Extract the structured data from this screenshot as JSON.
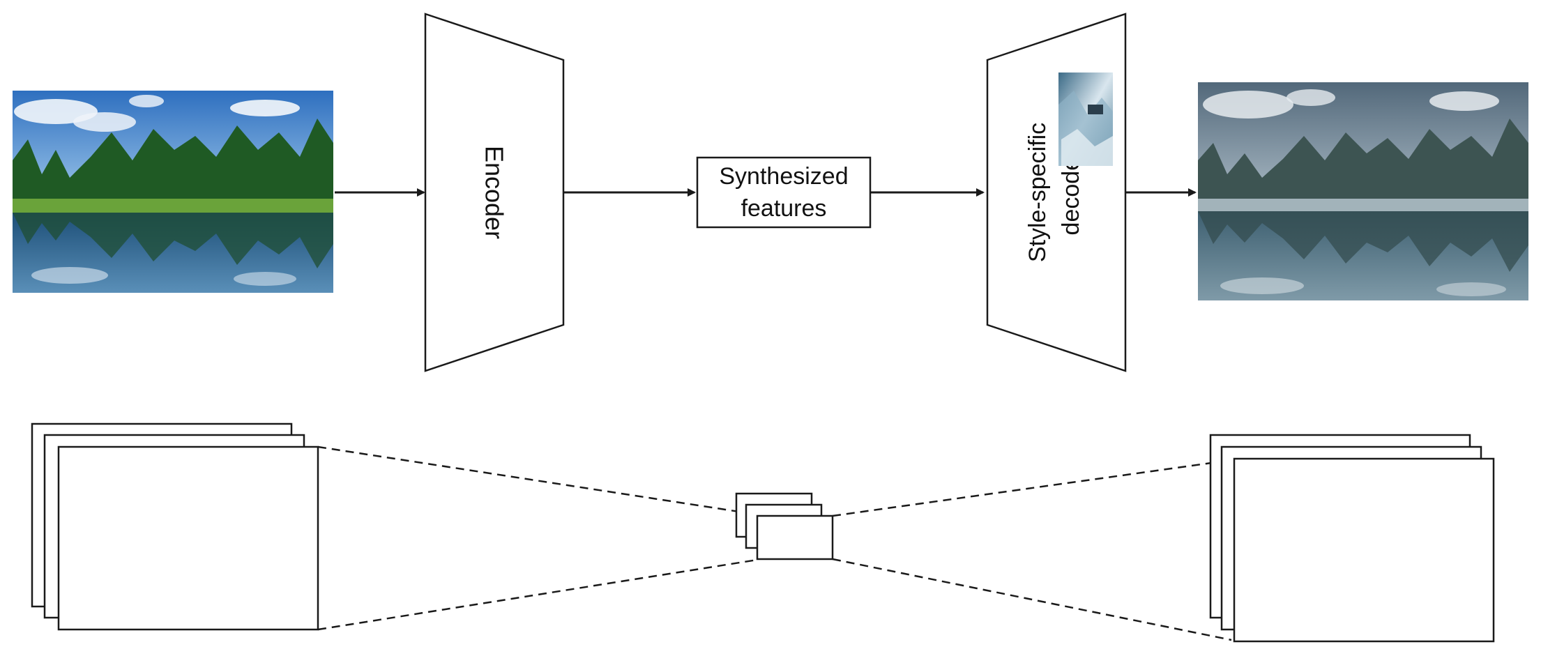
{
  "encoder": {
    "label": "Encoder"
  },
  "features": {
    "line1": "Synthesized",
    "line2": "features"
  },
  "decoder": {
    "line1": "Style-specific",
    "line2": "decoder"
  },
  "colors": {
    "stroke": "#1a1a1a",
    "sky": "#3f7fc6",
    "forest": "#1f5a24",
    "water": "#2d5f8a",
    "styled_sky": "#6f8597",
    "styled_forest": "#3d5452",
    "styled_water": "#50707f"
  },
  "images": {
    "content_image": "landscape-photo",
    "style_image": "winter-style-thumbnail",
    "output_image": "stylized-landscape-photo"
  }
}
